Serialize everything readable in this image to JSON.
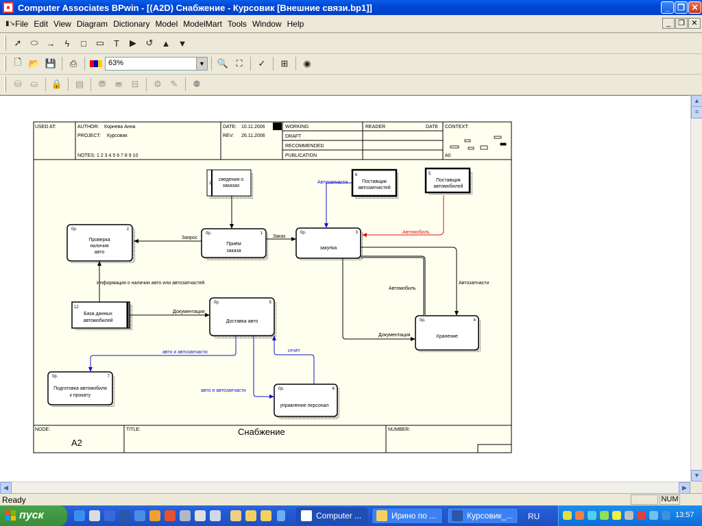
{
  "window": {
    "title": "Computer Associates BPwin - [(A2D) Снабжение - Курсовик  [Внешние связи.bp1]]"
  },
  "menu": [
    "File",
    "Edit",
    "View",
    "Diagram",
    "Dictionary",
    "Model",
    "ModelMart",
    "Tools",
    "Window",
    "Help"
  ],
  "toolbar": {
    "zoom_value": "63%"
  },
  "frame": {
    "used_at": "USED AT:",
    "author_label": "AUTHOR:",
    "author": "Корнева Анна",
    "project_label": "PROJECT:",
    "project": "Курсовик",
    "notes": "NOTES:  1 2 3 4 5 6 7 8 9 10",
    "date_label": "DATE:",
    "date": "10.11.2006",
    "rev_label": "REV:",
    "rev": "26.11.2006",
    "status": [
      "WORKING",
      "DRAFT",
      "RECOMMENDED",
      "PUBLICATION"
    ],
    "reader": "READER",
    "date2": "DATE",
    "context": "CONTEXT:",
    "context_node": "A0",
    "node_label": "NODE:",
    "node": "A2",
    "title_label": "TITLE:",
    "title": "Снабжение",
    "number_label": "NUMBER:"
  },
  "diagram": {
    "boxes": [
      {
        "id": "check",
        "lines": [
          "Проверка",
          "наличия",
          "авто"
        ],
        "num": "2",
        "tag": "0р."
      },
      {
        "id": "receive",
        "lines": [
          "Приём",
          "заказа"
        ],
        "num": "1",
        "tag": "0р."
      },
      {
        "id": "purchase",
        "lines": [
          "закупка"
        ],
        "num": "3",
        "tag": "0р."
      },
      {
        "id": "delivery",
        "lines": [
          "Доставка авто"
        ],
        "num": "5",
        "tag": "0р."
      },
      {
        "id": "storage",
        "lines": [
          "Хранение"
        ],
        "num": "4",
        "tag": "0р."
      },
      {
        "id": "prepare",
        "lines": [
          "Подготовка автомобиля",
          "к прокату"
        ],
        "num": "7",
        "tag": "0р."
      },
      {
        "id": "staff",
        "lines": [
          "управление персонал"
        ],
        "num": "6",
        "tag": "0р."
      }
    ],
    "externals": [
      {
        "id": "orders",
        "lines": [
          "сведения о",
          "заказах"
        ],
        "num": "1"
      },
      {
        "id": "parts_supplier",
        "lines": [
          "Поставщик",
          "автозапчастей"
        ],
        "num": "6"
      },
      {
        "id": "car_supplier",
        "lines": [
          "Поставщик",
          "автомобилей"
        ],
        "num": "5"
      },
      {
        "id": "db",
        "lines": [
          "База данных",
          "автомобилей"
        ],
        "num": "12"
      }
    ],
    "arrow_labels": {
      "zapros": "Запрос",
      "zakaz": "Заказ",
      "avtozapchasti_in": "Автозапчасти",
      "avtomobil_in": "Автомобиль",
      "info": "Информация о наличии авто или автозапчастей",
      "documentation1": "Документация",
      "avtomobil_store": "Автомобиль",
      "avtozapchasti_store": "Автозапчасти",
      "documentation2": "Документация",
      "avto_parts1": "авто и автозапчасти",
      "otchet": "отчёт",
      "avto_parts2": "авто и автозапчасти"
    },
    "colors": {
      "red": "#e01010",
      "blue": "#1010d0",
      "black": "#000000"
    }
  },
  "status": {
    "text": "Ready",
    "num": "NUM"
  },
  "taskbar": {
    "start": "пуск",
    "tasks": [
      "Computer ...",
      "Ирино по ...",
      "Курсовик_..."
    ],
    "lang": "RU",
    "time": "13:57"
  }
}
